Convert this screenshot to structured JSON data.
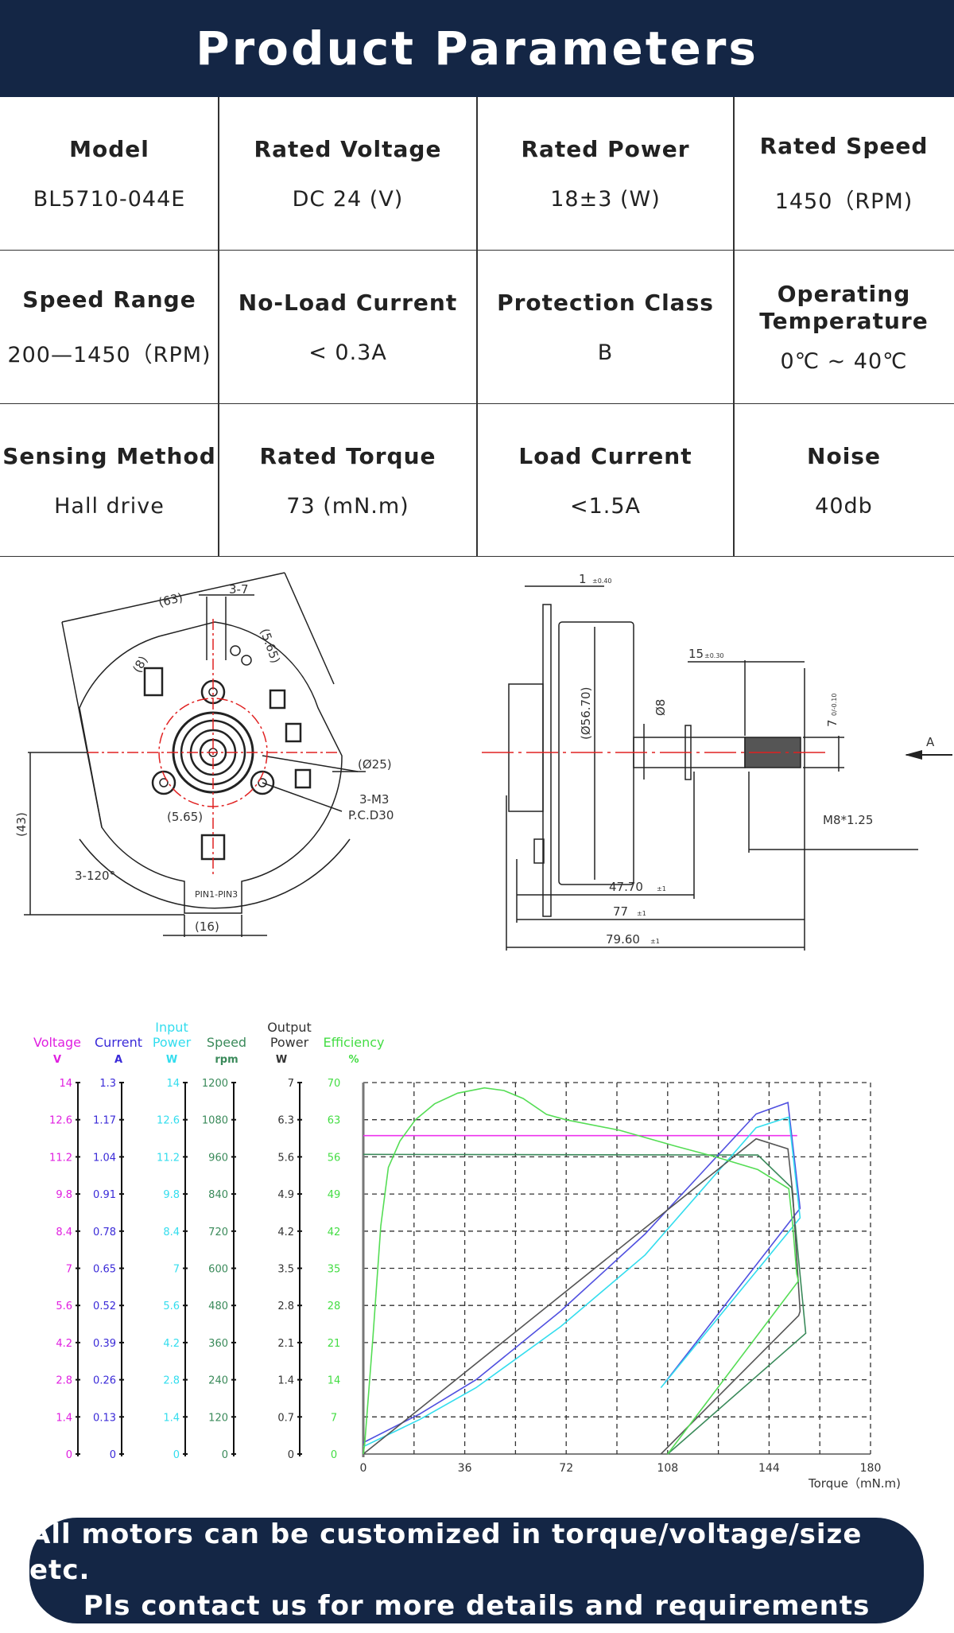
{
  "header": {
    "title": "Product Parameters"
  },
  "params": [
    [
      {
        "label": "Model",
        "value": "BL5710-044E"
      },
      {
        "label": "Rated Voltage",
        "value": "DC 24 (V)"
      },
      {
        "label": "Rated Power",
        "value": "18±3 (W)"
      },
      {
        "label": "Rated Speed",
        "value": "1450（RPM)"
      }
    ],
    [
      {
        "label": "Speed Range",
        "value": "200—1450（RPM)"
      },
      {
        "label": "No-Load Current",
        "value": "< 0.3A"
      },
      {
        "label": "Protection Class",
        "value": "B"
      },
      {
        "label": "Operating Temperature",
        "value": "0℃ ~ 40℃"
      }
    ],
    [
      {
        "label": "Sensing Method",
        "value": "Hall drive"
      },
      {
        "label": "Rated Torque",
        "value": "73 (mN.m)"
      },
      {
        "label": "Load Current",
        "value": "<1.5A"
      },
      {
        "label": "Noise",
        "value": "40db"
      }
    ]
  ],
  "drawing_front": {
    "d63": "(63)",
    "d37": "3-7",
    "d8": "(8)",
    "d565a": "(5.65)",
    "d25": "(Ø25)",
    "m3": "3-M3",
    "pcd": "P.C.D30",
    "d565b": "(5.65)",
    "d43": "(43)",
    "a120": "3-120°",
    "pins": "PIN1-PIN3",
    "d16": "(16)"
  },
  "drawing_side": {
    "t1": "1",
    "t1tol": "±0.40",
    "d5670": "(Ø56.70)",
    "d8": "Ø8",
    "d15": "15",
    "d15tol": "±0.30",
    "d7": "7",
    "d7tol": "0/-0.10",
    "m8": "M8*1.25",
    "d4770": "47.70",
    "d77": "77",
    "d7960": "79.60",
    "tol1": "±1",
    "viewA": "A"
  },
  "chart_data": {
    "type": "line",
    "xlabel": "Torque（mN.m)",
    "xlim": [
      0,
      180
    ],
    "xticks": [
      "0",
      "36",
      "72",
      "108",
      "144",
      "180"
    ],
    "grid": true,
    "axes": [
      {
        "id": "voltage",
        "title": [
          "Voltage"
        ],
        "unit": "V",
        "max": 14,
        "color": "#e020e0",
        "ticks": [
          "0",
          "1.4",
          "2.8",
          "4.2",
          "5.6",
          "7",
          "8.4",
          "9.8",
          "11.2",
          "12.6",
          "14"
        ]
      },
      {
        "id": "current",
        "title": [
          "Current"
        ],
        "unit": "A",
        "max": 1.3,
        "color": "#3a2ad8",
        "ticks": [
          "0",
          "0.13",
          "0.26",
          "0.39",
          "0.52",
          "0.65",
          "0.78",
          "0.91",
          "1.04",
          "1.17",
          "1.3"
        ]
      },
      {
        "id": "input",
        "title": [
          "Input",
          "Power"
        ],
        "unit": "W",
        "max": 14,
        "color": "#33ddee",
        "ticks": [
          "0",
          "1.4",
          "2.8",
          "4.2",
          "5.6",
          "7",
          "8.4",
          "9.8",
          "11.2",
          "12.6",
          "14"
        ]
      },
      {
        "id": "speed",
        "title": [
          "Speed"
        ],
        "unit": "rpm",
        "max": 1200,
        "color": "#3a8a5a",
        "ticks": [
          "0",
          "120",
          "240",
          "360",
          "480",
          "600",
          "720",
          "840",
          "960",
          "1080",
          "1200"
        ]
      },
      {
        "id": "output",
        "title": [
          "Output",
          "Power"
        ],
        "unit": "W",
        "max": 7,
        "color": "#333333",
        "ticks": [
          "0",
          "0.7",
          "1.4",
          "2.1",
          "2.8",
          "3.5",
          "4.2",
          "4.9",
          "5.6",
          "6.3",
          "7"
        ]
      },
      {
        "id": "efficiency",
        "title": [
          "Efficiency"
        ],
        "unit": "%",
        "max": 70,
        "color": "#44dd44",
        "ticks": [
          "0",
          "7",
          "14",
          "21",
          "28",
          "35",
          "42",
          "49",
          "56",
          "63",
          "70"
        ]
      }
    ],
    "series": [
      {
        "name": "Voltage",
        "axis": "voltage",
        "color": "#ee33ee",
        "points": [
          [
            0,
            12
          ],
          [
            154,
            12
          ]
        ]
      },
      {
        "name": "Speed",
        "axis": "speed",
        "color": "#3a8a5a",
        "points": [
          [
            0,
            968
          ],
          [
            140,
            966
          ],
          [
            152,
            860
          ],
          [
            157,
            390
          ],
          [
            108,
            0
          ]
        ]
      },
      {
        "name": "Current",
        "axis": "current",
        "color": "#5050e0",
        "points": [
          [
            0,
            0.04
          ],
          [
            20,
            0.14
          ],
          [
            40,
            0.26
          ],
          [
            70,
            0.5
          ],
          [
            100,
            0.77
          ],
          [
            139.4,
            1.19
          ],
          [
            150.7,
            1.23
          ],
          [
            155,
            0.86
          ],
          [
            107,
            0.25
          ]
        ]
      },
      {
        "name": "Input Power",
        "axis": "input",
        "color": "#33ddee",
        "points": [
          [
            0,
            0.28
          ],
          [
            20,
            1.3
          ],
          [
            40,
            2.5
          ],
          [
            70,
            4.8
          ],
          [
            100,
            7.5
          ],
          [
            139.4,
            12.3
          ],
          [
            151,
            12.7
          ],
          [
            155,
            8.9
          ],
          [
            105.6,
            2.5
          ]
        ]
      },
      {
        "name": "Output Power",
        "axis": "output",
        "color": "#555555",
        "points": [
          [
            0,
            0
          ],
          [
            139.4,
            5.94
          ],
          [
            150.7,
            5.75
          ],
          [
            152.4,
            4.9
          ],
          [
            155,
            2.69
          ],
          [
            154.5,
            2.61
          ],
          [
            105.6,
            0
          ]
        ]
      },
      {
        "name": "Efficiency",
        "axis": "efficiency",
        "color": "#55dd55",
        "points": [
          [
            0,
            0
          ],
          [
            0.5,
            2
          ],
          [
            3.4,
            22
          ],
          [
            6.2,
            43
          ],
          [
            8.9,
            54
          ],
          [
            13,
            59
          ],
          [
            18.5,
            63
          ],
          [
            25.3,
            66
          ],
          [
            33.5,
            68
          ],
          [
            43,
            69
          ],
          [
            49.9,
            68.5
          ],
          [
            56.7,
            67
          ],
          [
            65,
            64
          ],
          [
            71.8,
            63
          ],
          [
            91,
            61
          ],
          [
            111,
            58
          ],
          [
            125,
            56
          ],
          [
            140,
            53.6
          ],
          [
            151,
            50
          ],
          [
            152.4,
            43
          ],
          [
            153.8,
            34
          ],
          [
            154.4,
            32.6
          ],
          [
            108,
            0
          ]
        ]
      }
    ]
  },
  "banner": {
    "line1": "All motors can be customized in torque/voltage/size etc.",
    "line2": "Pls contact us for more details and requirements"
  }
}
